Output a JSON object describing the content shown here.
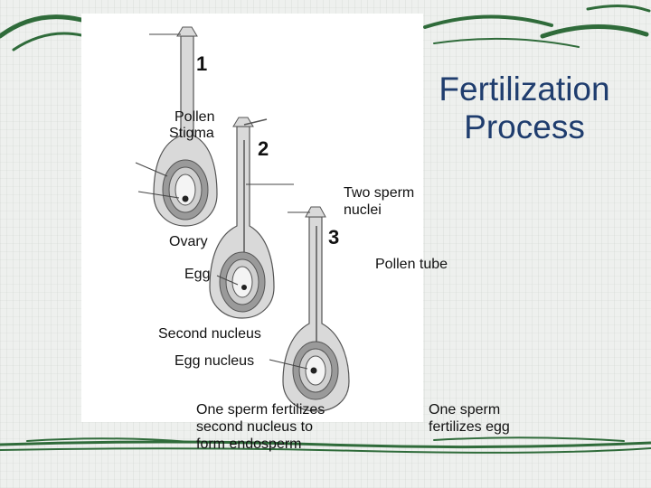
{
  "title": "Fertilization Process",
  "stage_numbers": [
    "1",
    "2",
    "3"
  ],
  "labels": {
    "pollen": "Pollen",
    "stigma": "Stigma",
    "two_sperm_nuclei": "Two sperm\nnuclei",
    "ovary": "Ovary",
    "pollen_tube": "Pollen tube",
    "egg": "Egg",
    "second_nucleus": "Second nucleus",
    "egg_nucleus": "Egg nucleus",
    "sperm_endosperm": "One sperm fertilizes\nsecond nucleus to\nform endosperm",
    "sperm_egg": "One sperm\nfertilizes egg"
  },
  "colors": {
    "title": "#1f3d6e",
    "band_green": "#2f6b3a",
    "pistil_outer": "#d9d9d9",
    "pistil_inner": "#9a9a9a"
  }
}
